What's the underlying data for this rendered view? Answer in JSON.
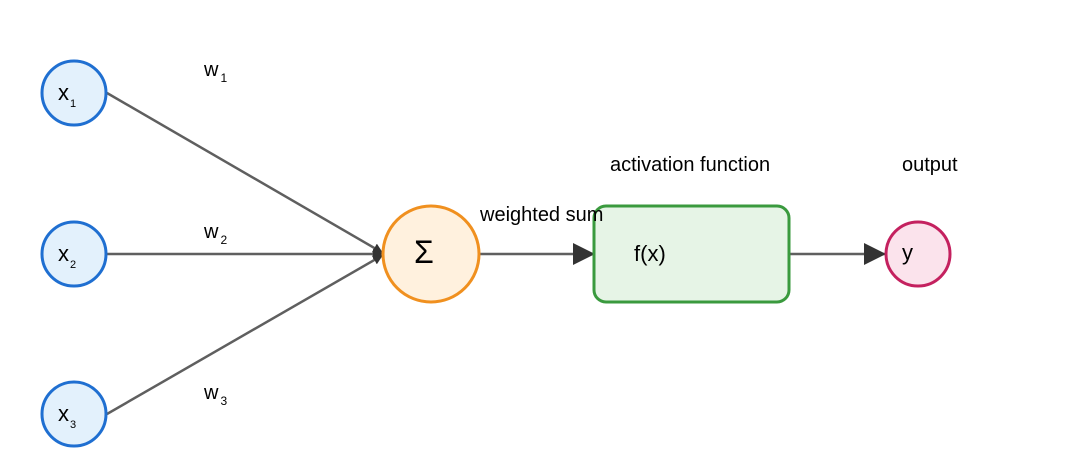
{
  "inputs": [
    {
      "main": "x",
      "sub": "1",
      "weight_main": "w",
      "weight_sub": "1"
    },
    {
      "main": "x",
      "sub": "2",
      "weight_main": "w",
      "weight_sub": "2"
    },
    {
      "main": "x",
      "sub": "3",
      "weight_main": "w",
      "weight_sub": "3"
    }
  ],
  "sum_node": {
    "symbol": "Σ",
    "label": "weighted sum"
  },
  "activation": {
    "text": "f(x)",
    "label": "activation function"
  },
  "output": {
    "text": "y",
    "label": "output"
  },
  "colors": {
    "input_stroke": "#1f6fd1",
    "input_fill": "#e3f1fc",
    "sum_stroke": "#f0901f",
    "sum_fill": "#fff1de",
    "activation_stroke": "#3a9a3e",
    "activation_fill": "#e6f4e6",
    "output_stroke": "#c4215f",
    "output_fill": "#fbe3ec",
    "edge": "#5f5f5f"
  }
}
